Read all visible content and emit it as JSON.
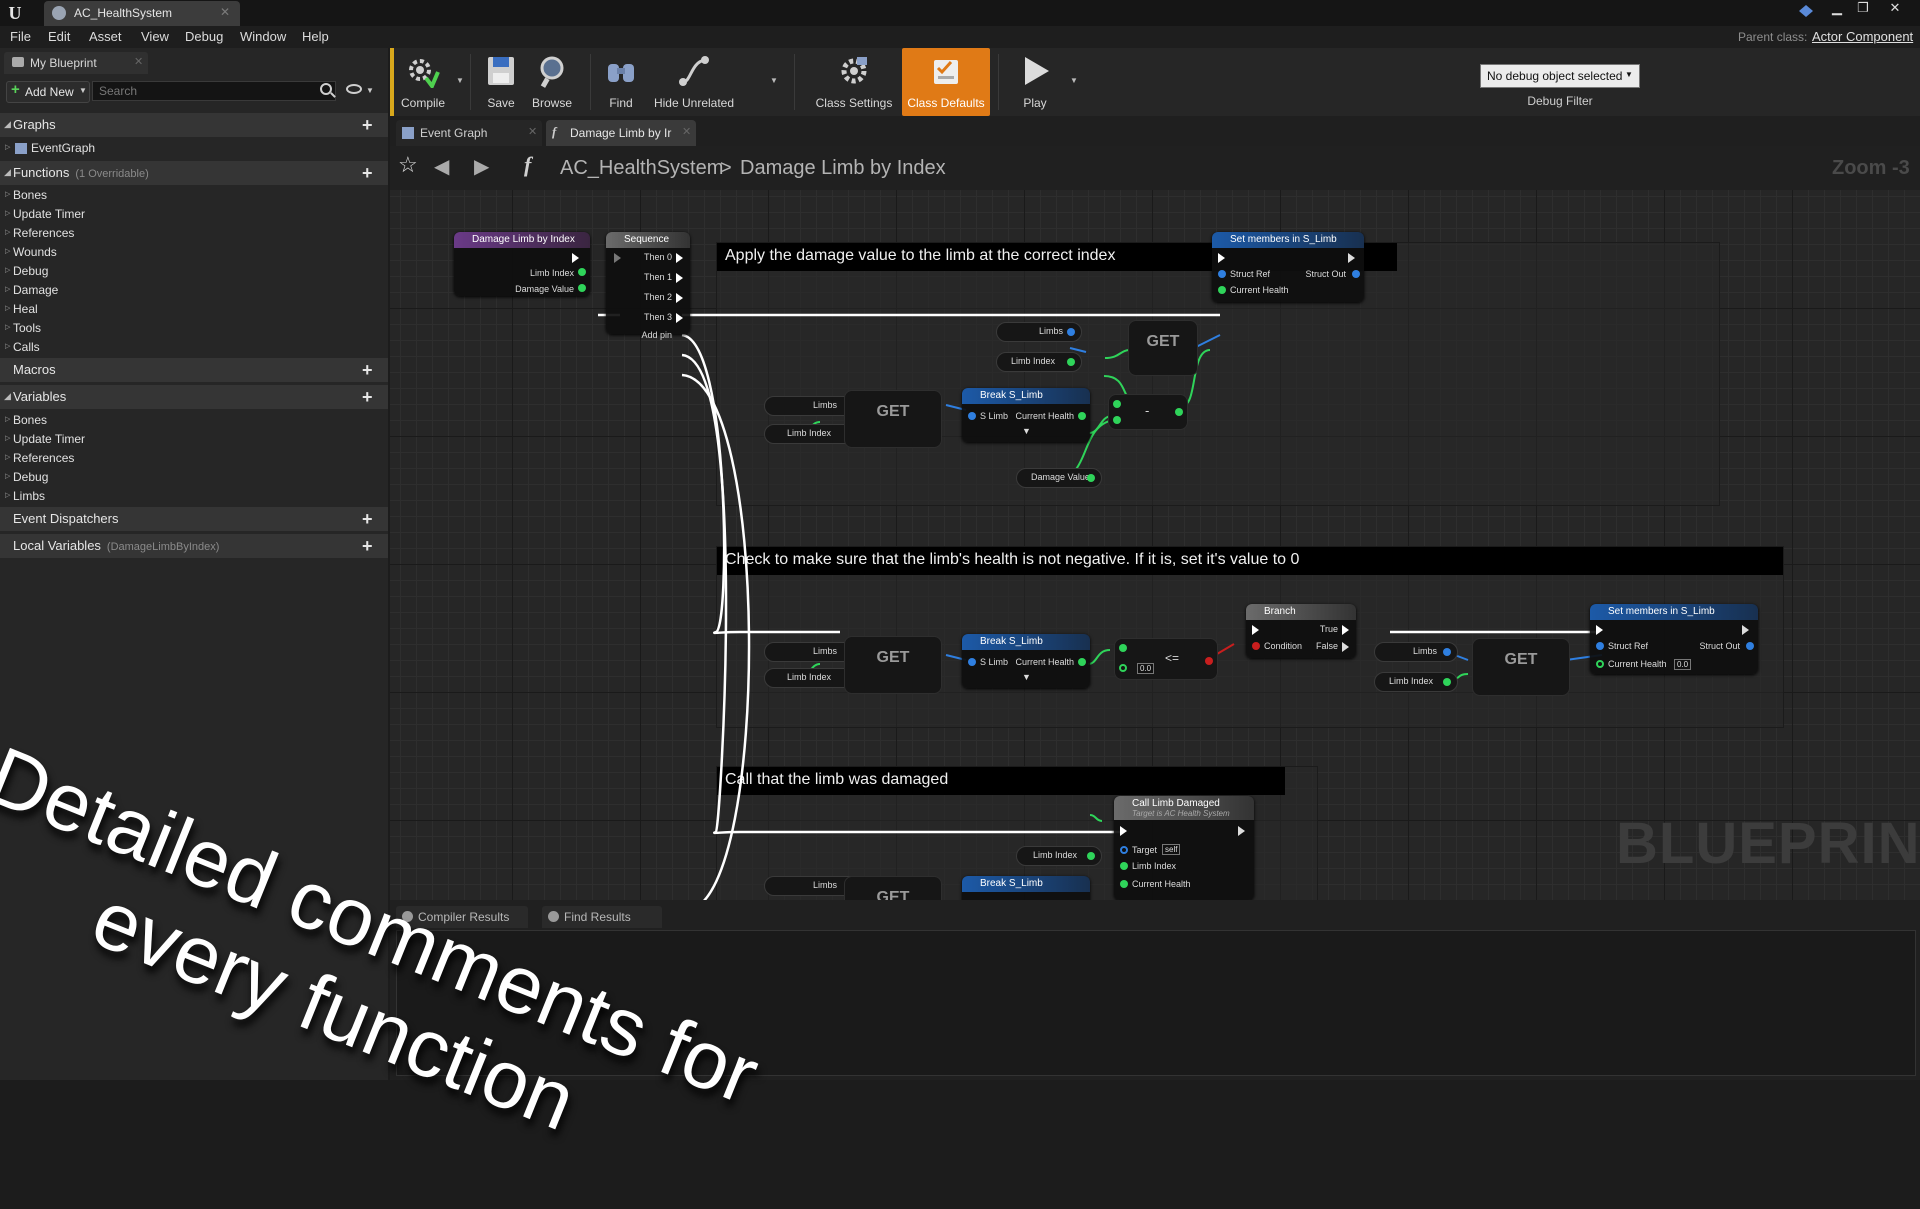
{
  "window": {
    "document_tab": "AC_HealthSystem",
    "min_glyph": "▁",
    "max_glyph": "❐",
    "close_glyph": "✕"
  },
  "menu": [
    "File",
    "Edit",
    "Asset",
    "View",
    "Debug",
    "Window",
    "Help"
  ],
  "parent_class": {
    "label": "Parent class:",
    "value": "Actor Component"
  },
  "my_blueprint": {
    "tab": "My Blueprint",
    "add_new": "Add New",
    "search_placeholder": "Search",
    "graphs": {
      "title": "Graphs",
      "items": [
        "EventGraph"
      ]
    },
    "functions": {
      "title": "Functions",
      "note": "(1 Overridable)",
      "items": [
        "Bones",
        "Update Timer",
        "References",
        "Wounds",
        "Debug",
        "Damage",
        "Heal",
        "Tools",
        "Calls"
      ]
    },
    "macros": {
      "title": "Macros"
    },
    "variables": {
      "title": "Variables",
      "items": [
        "Bones",
        "Update Timer",
        "References",
        "Debug",
        "Limbs"
      ]
    },
    "event_dispatchers": {
      "title": "Event Dispatchers"
    },
    "local_variables": {
      "title": "Local Variables",
      "note": "(DamageLimbByIndex)"
    }
  },
  "toolbar": {
    "compile": "Compile",
    "save": "Save",
    "browse": "Browse",
    "find": "Find",
    "hide_unrelated": "Hide Unrelated",
    "class_settings": "Class Settings",
    "class_defaults": "Class Defaults",
    "play": "Play",
    "debug_object": "No debug object selected",
    "debug_filter": "Debug Filter"
  },
  "graph_tabs": [
    "Event Graph",
    "Damage Limb by Ir"
  ],
  "breadcrumb": {
    "blueprint": "AC_HealthSystem",
    "separator": ">",
    "function": "Damage Limb by Index"
  },
  "zoom": "Zoom -3",
  "comments": [
    "Apply the damage value to the limb at the correct index",
    "Check to make sure that the limb's health is not negative. If it is, set it's value to 0",
    "Call that the limb was damaged"
  ],
  "nodes": {
    "entry": {
      "title": "Damage Limb by Index",
      "pins": [
        "Limb Index",
        "Damage Value"
      ]
    },
    "sequence": {
      "title": "Sequence",
      "pins": [
        "Then 0",
        "Then 1",
        "Then 2",
        "Then 3"
      ],
      "add_pin": "Add pin"
    },
    "set_members_1": {
      "title": "Set members in S_Limb",
      "struct_ref": "Struct Ref",
      "struct_out": "Struct Out",
      "field": "Current Health"
    },
    "set_members_2": {
      "title": "Set members in S_Limb",
      "struct_ref": "Struct Ref",
      "struct_out": "Struct Out",
      "field": "Current Health",
      "default": "0.0"
    },
    "break_label": "Break S_Limb",
    "break_in": "S Limb",
    "break_out": "Current Health",
    "get_label": "GET",
    "limbs": "Limbs",
    "limb_index": "Limb Index",
    "damage_value": "Damage Value",
    "minus": "-",
    "lte": "<=",
    "compare_default": "0.0",
    "branch": {
      "title": "Branch",
      "condition": "Condition",
      "true": "True",
      "false": "False"
    },
    "call_limb_damaged": {
      "title": "Call Limb Damaged",
      "subtitle": "Target is AC Health System",
      "target": "Target",
      "self": "self",
      "limb_index": "Limb Index",
      "current_health": "Current Health"
    }
  },
  "watermark": "BLUEPRINT",
  "bottom_tabs": [
    "Compiler Results",
    "Find Results"
  ],
  "caption": [
    "Detailed comments for",
    "every function"
  ]
}
